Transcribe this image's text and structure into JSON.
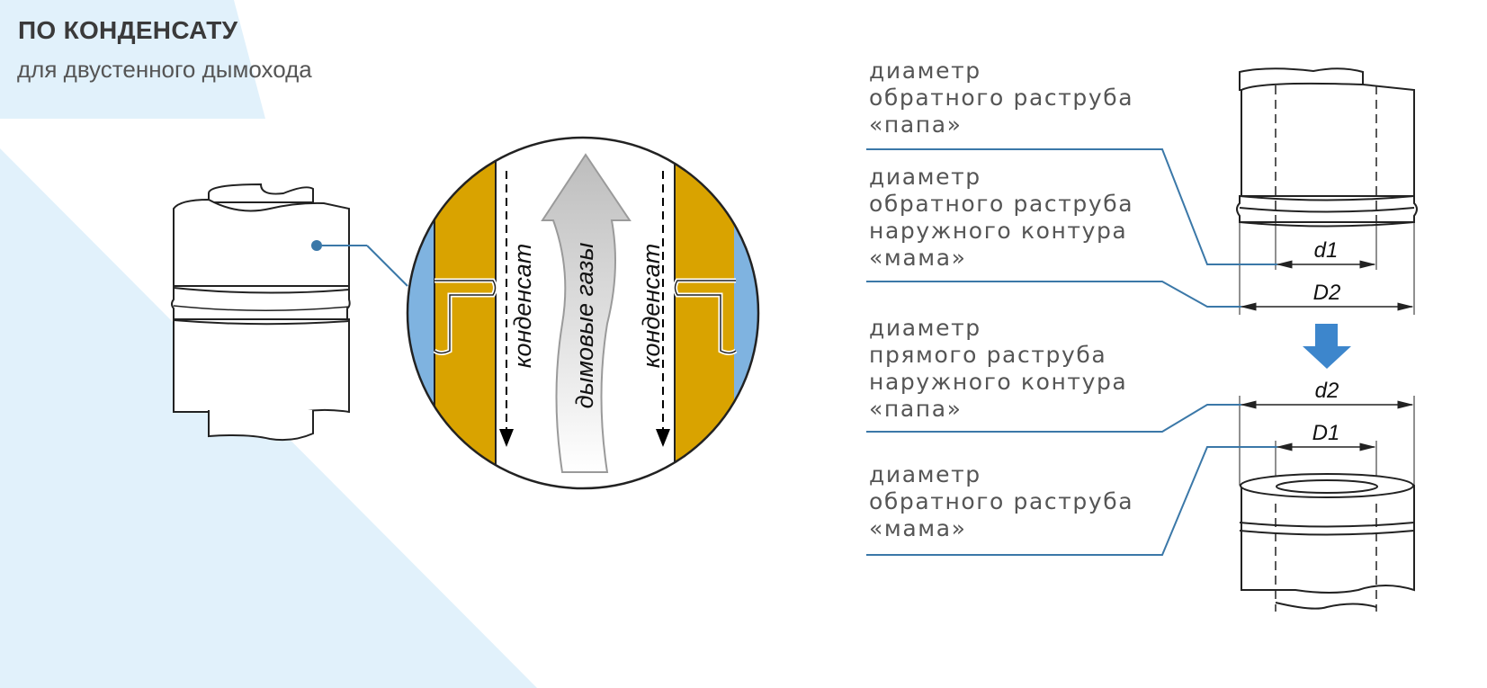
{
  "header": {
    "title": "ПО КОНДЕНСАТУ",
    "subtitle": "для двустенного дымохода"
  },
  "callout": {
    "condensate_left": "конденсат",
    "flue_gases": "дымовые газы",
    "condensate_right": "конденсат"
  },
  "labels": [
    {
      "lines": [
        "диаметр",
        "обратного раструба",
        "«папа»"
      ]
    },
    {
      "lines": [
        "диаметр",
        "обратного раструба",
        "наружного контура",
        "«мама»"
      ]
    },
    {
      "lines": [
        "диаметр",
        "прямого раструба",
        "наружного контура",
        "«папа»"
      ]
    },
    {
      "lines": [
        "диаметр",
        "обратного раструба",
        "«мама»"
      ]
    }
  ],
  "dimensions": {
    "d1": "d1",
    "D2": "D2",
    "d2": "d2",
    "D1": "D1"
  },
  "colors": {
    "background_tint": "#e1f1fb",
    "insulation": "#d9a300",
    "outer_air": "#7fb3e0",
    "leader_line": "#3b78a8",
    "arrow": "#3d86cc"
  }
}
